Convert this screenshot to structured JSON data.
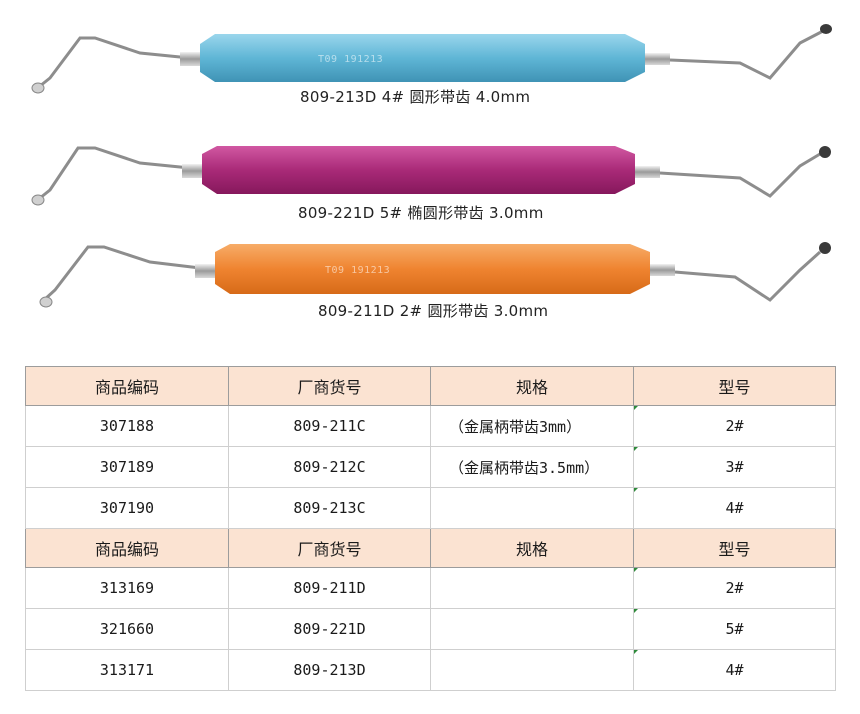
{
  "instruments": [
    {
      "caption": "809-213D  4# 圆形带齿 4.0mm",
      "engraving": "T09 191213",
      "color": "#6cc0dd",
      "icon": "dental-instrument-blue"
    },
    {
      "caption": "809-221D  5# 椭圆形带齿 3.0mm",
      "engraving": "",
      "color": "#b0307f",
      "icon": "dental-instrument-magenta"
    },
    {
      "caption": "809-211D 2# 圆形带齿 3.0mm",
      "engraving": "T09 191213",
      "color": "#f08a36",
      "icon": "dental-instrument-orange"
    }
  ],
  "table": {
    "header": [
      "商品编码",
      "厂商货号",
      "规格",
      "型号"
    ],
    "header_color": "#fbe3d2",
    "groupA": [
      {
        "code": "307188",
        "mfr": "809-211C",
        "spec": "（金属柄带齿3mm）",
        "type": "2#"
      },
      {
        "code": "307189",
        "mfr": "809-212C",
        "spec": "（金属柄带齿3.5mm）",
        "type": "3#"
      },
      {
        "code": "307190",
        "mfr": "809-213C",
        "spec": "",
        "type": "4#"
      }
    ],
    "groupB": [
      {
        "code": "313169",
        "mfr": "809-211D",
        "spec": "",
        "type": "2#"
      },
      {
        "code": "321660",
        "mfr": "809-221D",
        "spec": "",
        "type": "5#"
      },
      {
        "code": "313171",
        "mfr": "809-213D",
        "spec": "",
        "type": "4#"
      }
    ]
  }
}
